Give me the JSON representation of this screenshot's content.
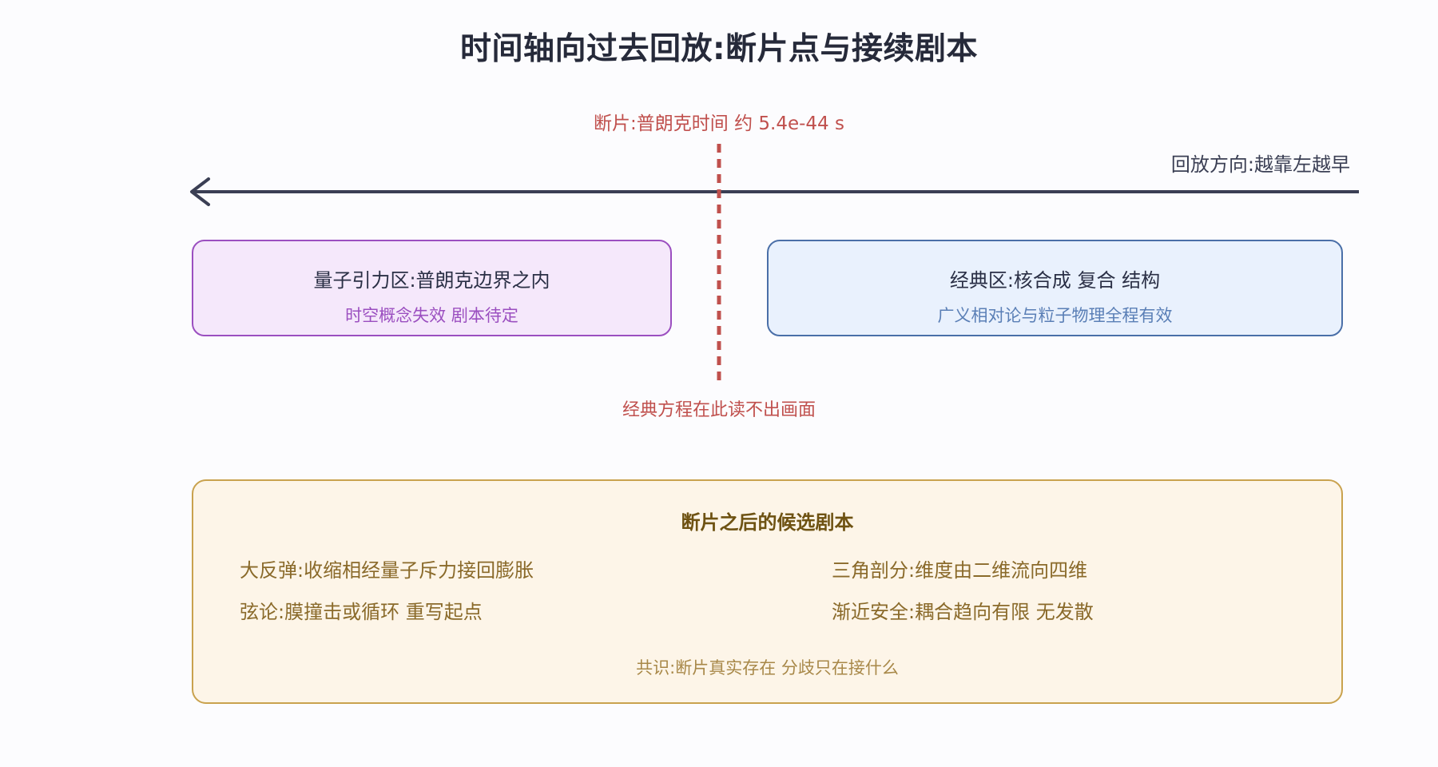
{
  "title": "时间轴向过去回放:断片点与接续剧本",
  "timeline": {
    "direction_label": "回放方向:越靠左越早",
    "break_label": "断片:普朗克时间 约 5.4e-44 s",
    "break_note": "经典方程在此读不出画面"
  },
  "zones": {
    "quantum": {
      "title": "量子引力区:普朗克边界之内",
      "subtitle": "时空概念失效 剧本待定"
    },
    "classical": {
      "title": "经典区:核合成 复合 结构",
      "subtitle": "广义相对论与粒子物理全程有效"
    }
  },
  "scripts": {
    "title": "断片之后的候选剧本",
    "items": [
      "大反弹:收缩相经量子斥力接回膨胀",
      "弦论:膜撞击或循环 重写起点",
      "三角剖分:维度由二维流向四维",
      "渐近安全:耦合趋向有限 无发散"
    ],
    "consensus": "共识:断片真实存在 分歧只在接什么"
  },
  "colors": {
    "axis": "#3b3f54",
    "break_line": "#c0504d",
    "quantum_fill": "#f5e8fb",
    "quantum_border": "#9b4fc0",
    "classical_fill": "#e9f1fd",
    "classical_border": "#4a6fa8",
    "scripts_fill": "#fdf5e8",
    "scripts_border": "#c9a24e"
  }
}
